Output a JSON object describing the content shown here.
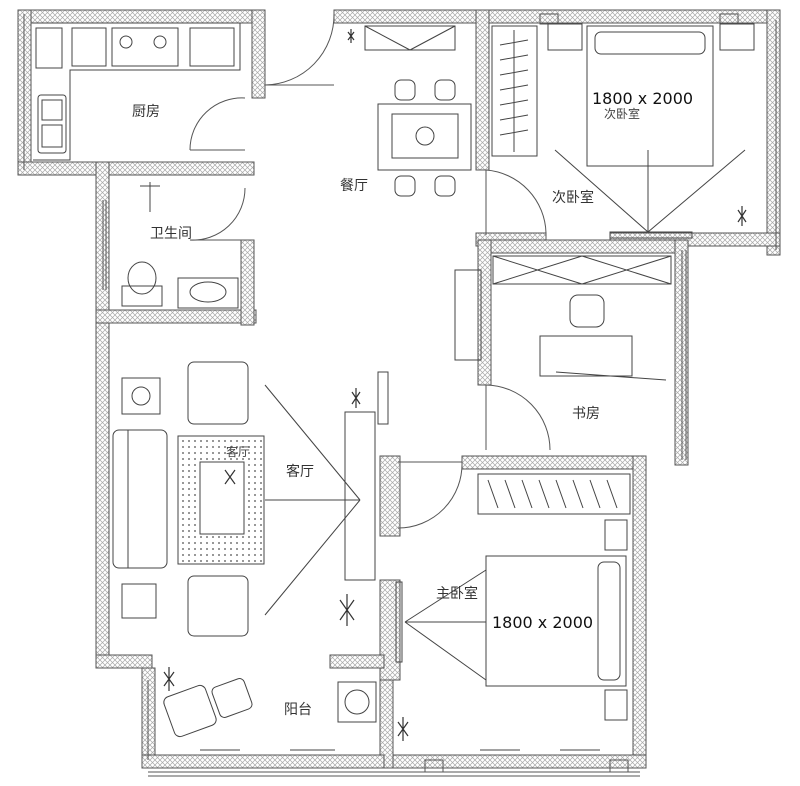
{
  "rooms": {
    "kitchen": "厨房",
    "dining": "餐厅",
    "second_bedroom": "次卧室",
    "second_bedroom_overlay": "次卧室",
    "bathroom": "卫生间",
    "study": "书房",
    "living": "客厅",
    "living_overlay": "客厅",
    "master_bedroom": "主卧室",
    "balcony": "阳台"
  },
  "dimensions": {
    "second_bed": "1800 x 2000",
    "master_bed": "1800 x 2000"
  },
  "colors": {
    "wall_line": "#555555",
    "hatch": "#9a9a9a",
    "furniture": "#444444"
  }
}
